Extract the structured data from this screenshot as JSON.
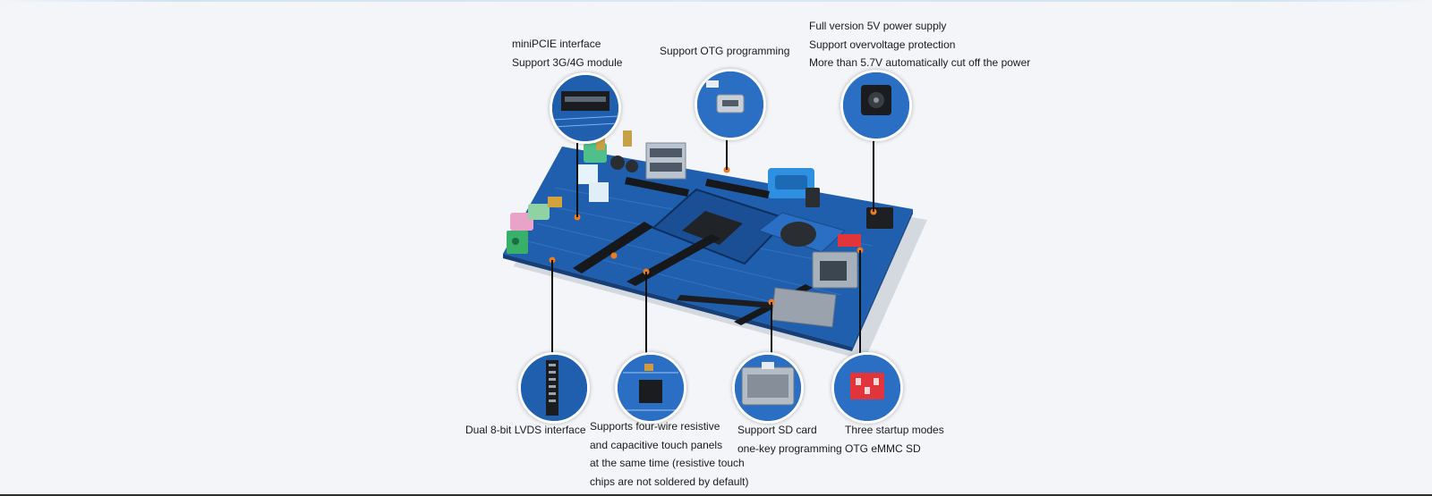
{
  "callouts": {
    "minipcie": {
      "icon": "minipcie-closeup-icon",
      "lines": [
        "miniPCIE interface",
        "Support 3G/4G module"
      ]
    },
    "otg": {
      "icon": "micro-usb-closeup-icon",
      "lines": [
        "Support OTG programming"
      ]
    },
    "power": {
      "icon": "dc-jack-closeup-icon",
      "lines": [
        "Full version 5V power supply",
        "Support overvoltage protection",
        "More than 5.7V automatically cut off the power"
      ]
    },
    "lvds": {
      "icon": "lvds-connector-closeup-icon",
      "lines": [
        "Dual 8-bit LVDS interface"
      ]
    },
    "touch": {
      "icon": "touch-chip-closeup-icon",
      "lines": [
        "Supports four-wire resistive",
        "and capacitive touch panels",
        "at the same time (resistive touch",
        "chips are not soldered by default)"
      ]
    },
    "sdcard": {
      "icon": "sd-slot-closeup-icon",
      "lines": [
        "Support SD card",
        "one-key programming"
      ]
    },
    "startup": {
      "icon": "dip-switch-closeup-icon",
      "lines": [
        "Three startup modes",
        "OTG eMMC SD"
      ]
    }
  },
  "colors": {
    "background": "#f3f5f8",
    "pcb_blue": "#1f5fae",
    "marker_orange": "#f07a1c",
    "leader_line": "#111111"
  }
}
